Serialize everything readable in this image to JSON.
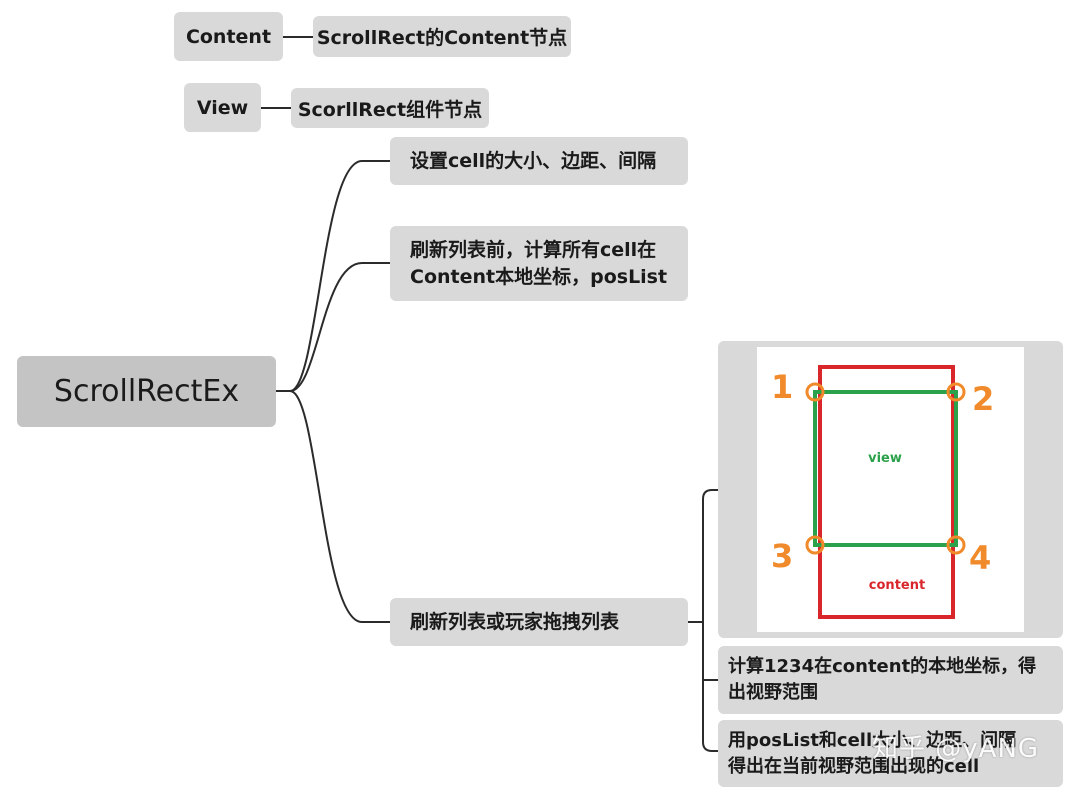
{
  "legend": {
    "content_label": "Content",
    "content_desc": "ScrollRect的Content节点",
    "view_label": "View",
    "view_desc": "ScorllRect组件节点"
  },
  "root": {
    "label": "ScrollRectEx"
  },
  "branches": [
    {
      "label": "设置cell的大小、边距、间隔"
    },
    {
      "line1": "刷新列表前，计算所有cell在",
      "line2": "Content本地坐标，posList"
    },
    {
      "label": "刷新列表或玩家拖拽列表"
    }
  ],
  "sub": {
    "figure": {
      "view_text": "view",
      "content_text": "content",
      "corner_labels": [
        "1",
        "2",
        "3",
        "4"
      ],
      "colors": {
        "content_border": "#d9262b",
        "view_border": "#2aa14a",
        "corner": "#f08a2a"
      }
    },
    "step1": {
      "line1": "计算1234在content的本地坐标，得",
      "line2": "出视野范围"
    },
    "step2": {
      "line1": "用posList和cell大小、边距、间隔",
      "line2": "得出在当前视野范围出现的cell"
    }
  },
  "watermark": "知乎 @yANG"
}
